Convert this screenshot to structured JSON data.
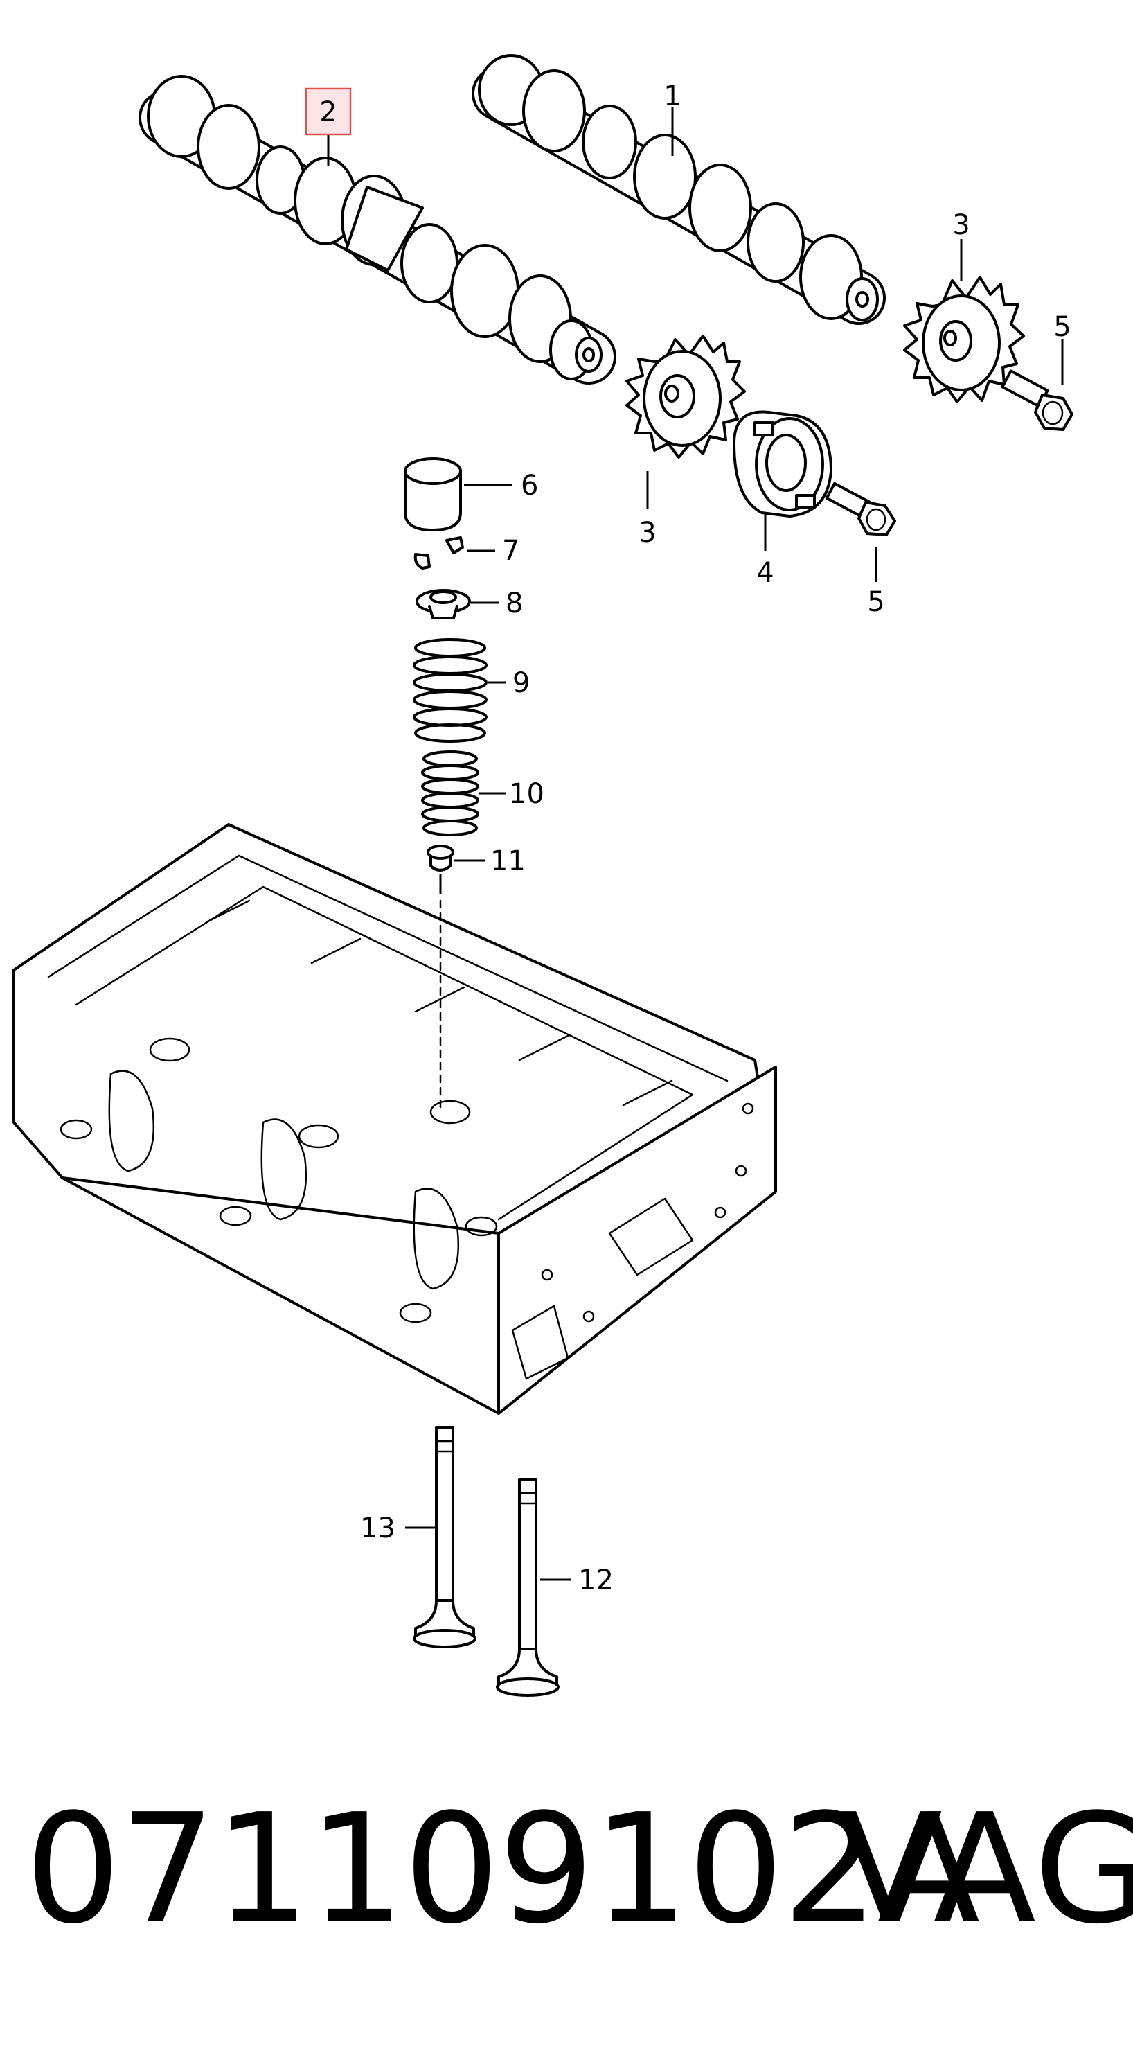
{
  "diagram": {
    "callouts": {
      "c1": "1",
      "c2": "2",
      "c3a": "3",
      "c3b": "3",
      "c4": "4",
      "c5a": "5",
      "c5b": "5",
      "c6": "6",
      "c7": "7",
      "c8": "8",
      "c9": "9",
      "c10": "10",
      "c11": "11",
      "c12": "12",
      "c13": "13"
    },
    "highlighted_item": "2",
    "highlight_color": "#d9534f"
  },
  "footer": {
    "part_number": "071109102A",
    "brand": "VAG"
  }
}
